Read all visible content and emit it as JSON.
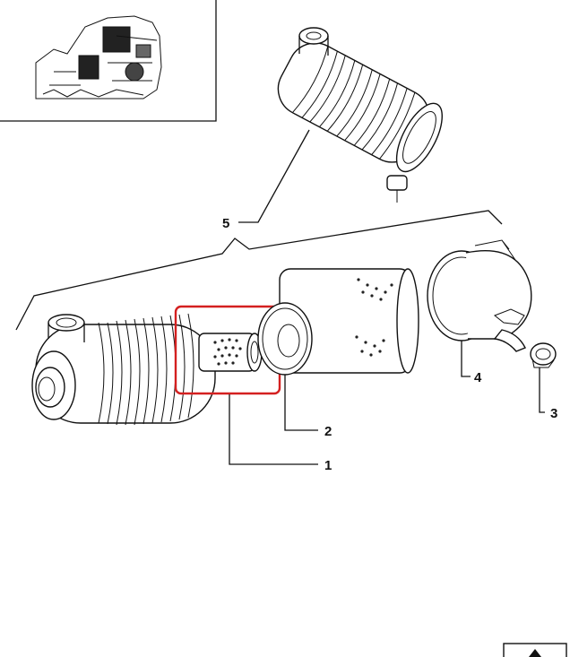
{
  "callouts": [
    {
      "id": "1",
      "text": "1"
    },
    {
      "id": "2",
      "text": "2"
    },
    {
      "id": "3",
      "text": "3"
    },
    {
      "id": "4",
      "text": "4"
    },
    {
      "id": "5",
      "text": "5"
    }
  ],
  "highlight": {
    "color": "#d42020"
  },
  "icons": [
    "engine-inset-icon",
    "air-filter-assembly-icon",
    "arrow-up-icon"
  ]
}
